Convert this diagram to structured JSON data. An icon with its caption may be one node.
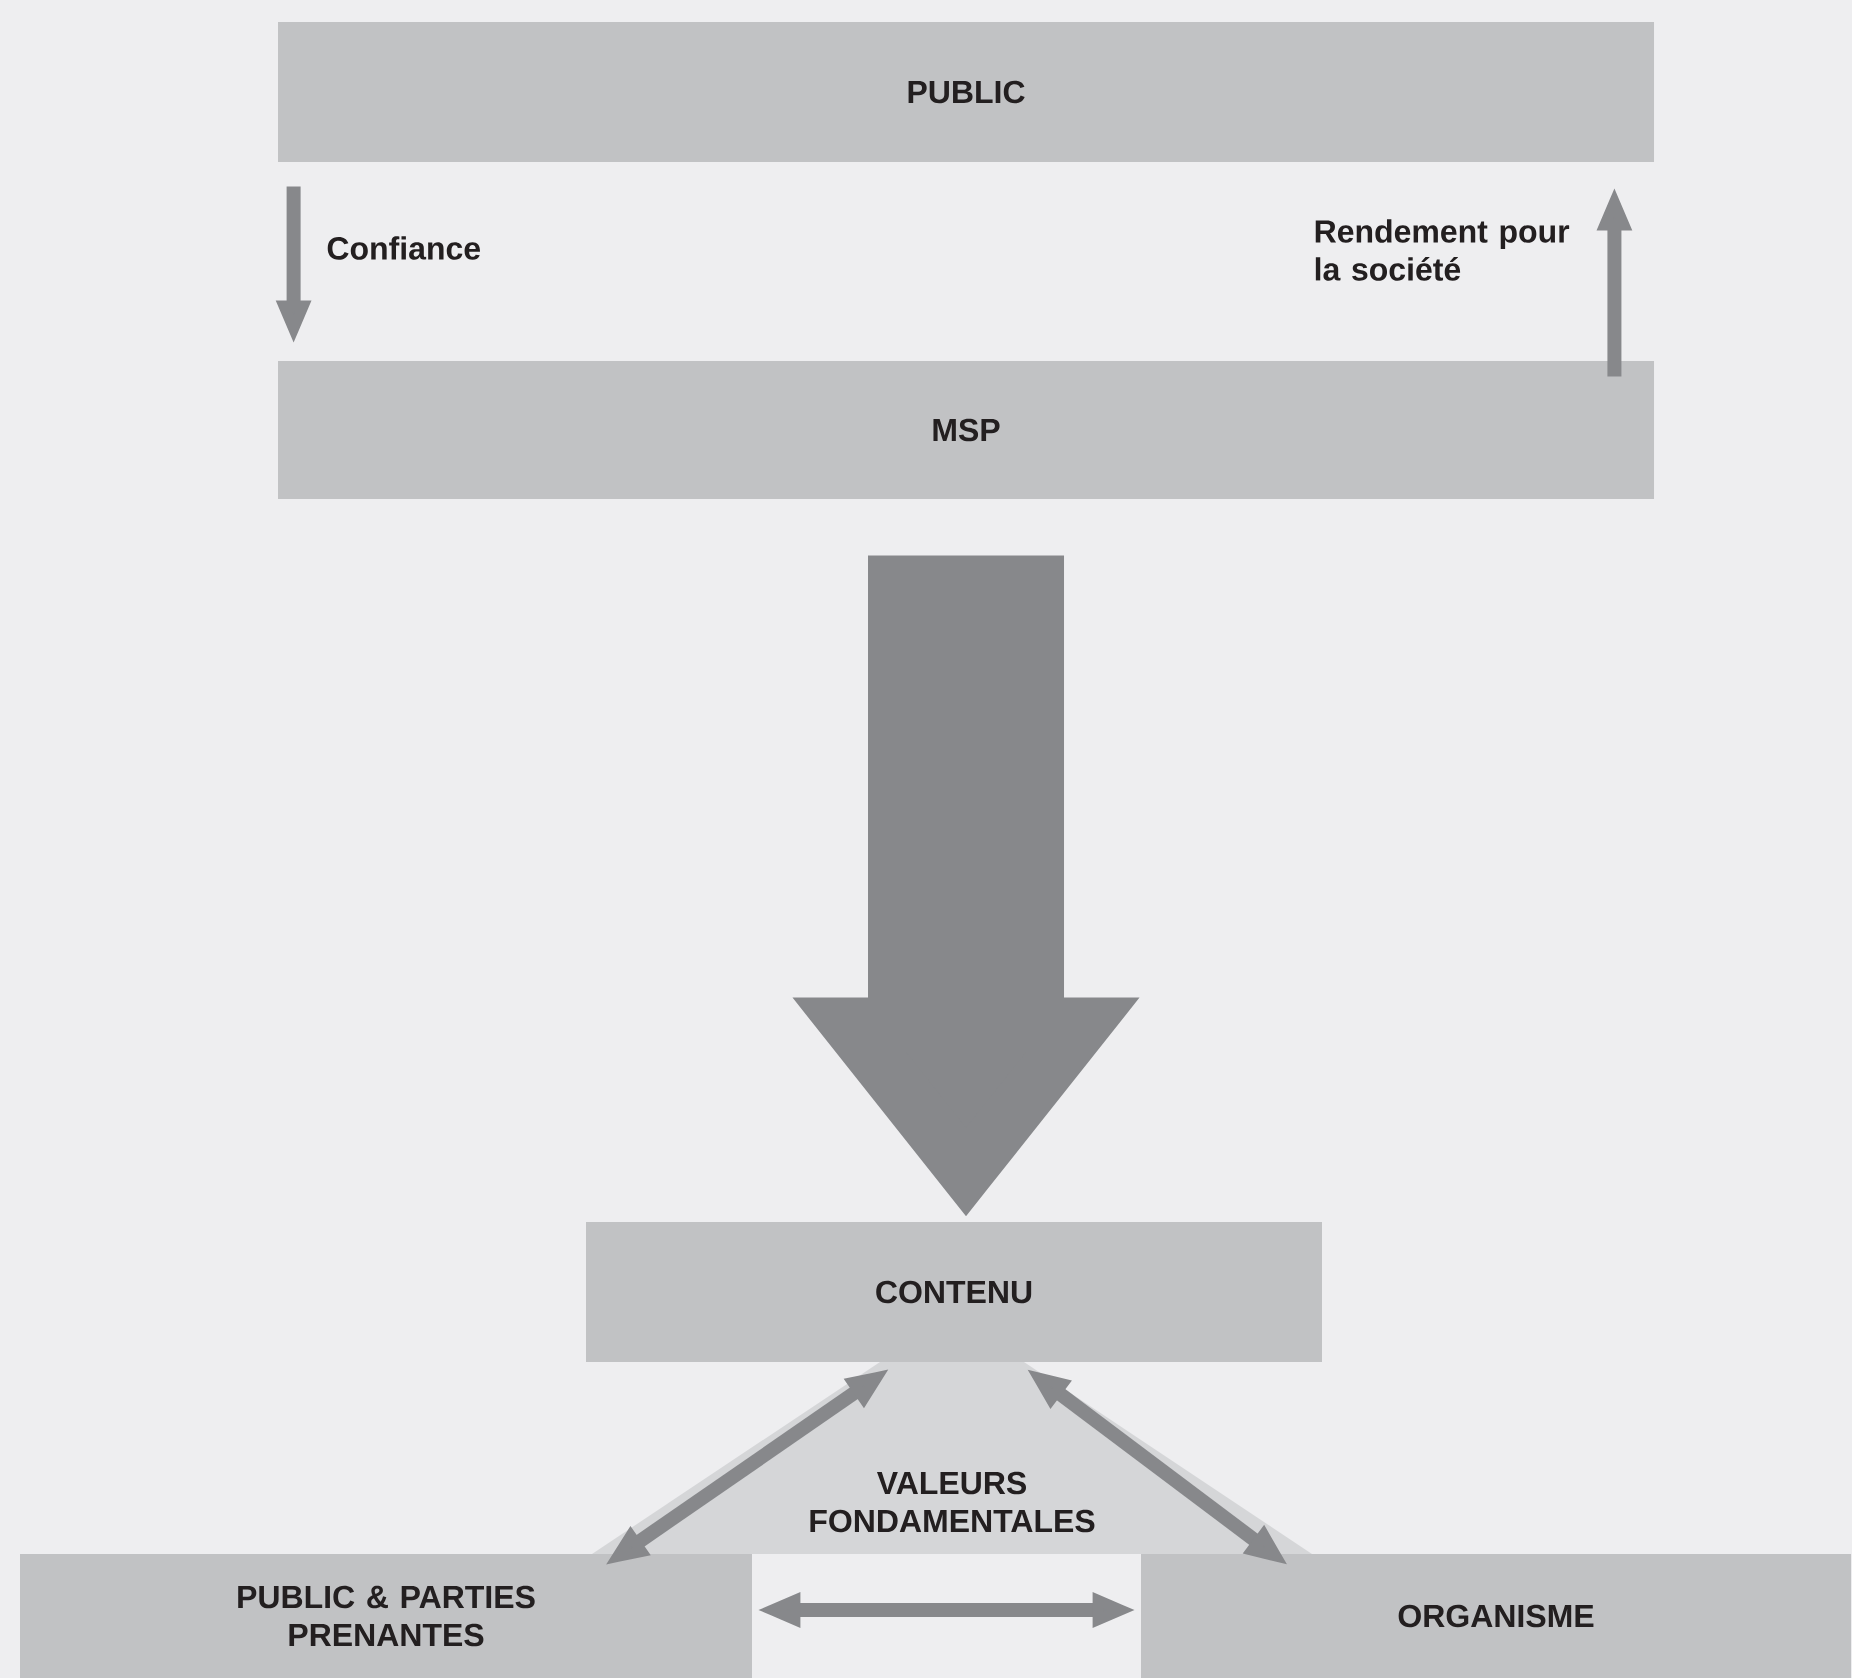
{
  "diagram": {
    "nodes": [
      {
        "text": [
          "PUBLIC"
        ]
      },
      {
        "text": [
          "MSP"
        ]
      },
      {
        "text": [
          "CONTENU"
        ]
      },
      {
        "text": [
          "VALEURS FONDAMENTALES"
        ]
      },
      {
        "text": [
          "PUBLIC & PARTIES PRENANTES"
        ]
      },
      {
        "text": [
          "ORGANISME"
        ]
      }
    ],
    "edges": [
      {
        "from": 0,
        "to": 1,
        "arrow": "to",
        "label": "Confiance"
      },
      {
        "from": 1,
        "to": 0,
        "arrow": "to",
        "label": "Rendement pour la société"
      },
      {
        "from": 1,
        "to": 2,
        "arrow": "to",
        "style": "thick"
      },
      {
        "from": 2,
        "to": 4,
        "arrow": "both"
      },
      {
        "from": 2,
        "to": 5,
        "arrow": "both"
      },
      {
        "from": 4,
        "to": 5,
        "arrow": "both"
      }
    ]
  }
}
